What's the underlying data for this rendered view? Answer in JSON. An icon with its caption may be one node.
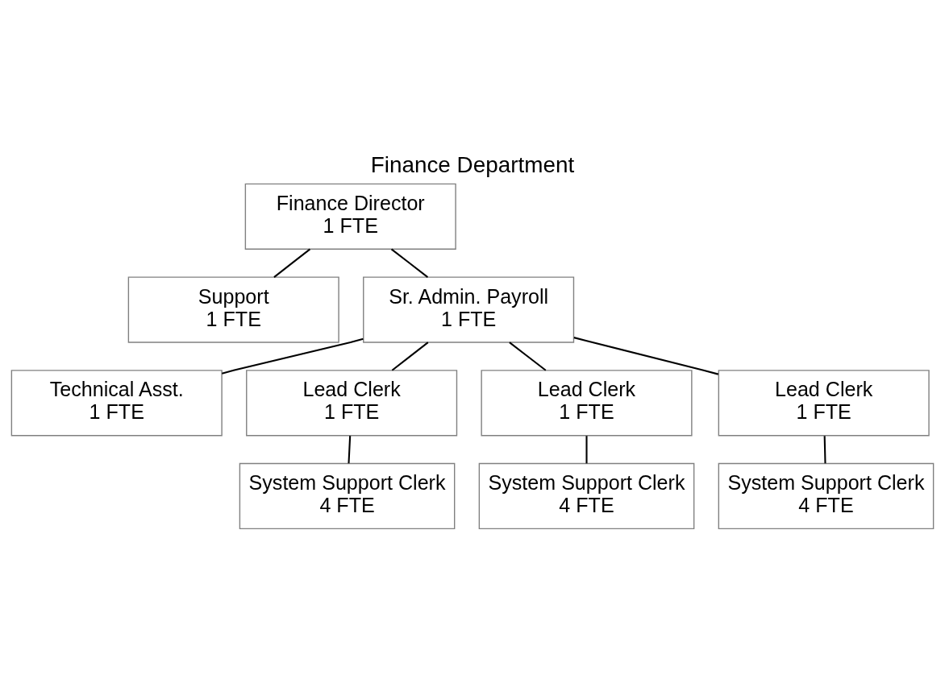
{
  "diagram": {
    "title": "Finance Department",
    "nodes": [
      {
        "text": [
          "Finance Director",
          "1 FTE"
        ]
      },
      {
        "text": [
          "Support",
          "1 FTE"
        ]
      },
      {
        "text": [
          "Sr. Admin. Payroll",
          "1 FTE"
        ]
      },
      {
        "text": [
          "Technical Asst.",
          "1 FTE"
        ]
      },
      {
        "text": [
          "Lead Clerk",
          "1 FTE"
        ]
      },
      {
        "text": [
          "Lead Clerk",
          "1 FTE"
        ]
      },
      {
        "text": [
          "Lead Clerk",
          "1 FTE"
        ]
      },
      {
        "text": [
          "System Support Clerk",
          "4 FTE"
        ]
      },
      {
        "text": [
          "System Support Clerk",
          "4 FTE"
        ]
      },
      {
        "text": [
          "System Support Clerk",
          "4 FTE"
        ]
      }
    ],
    "edges": [
      {
        "from": 0,
        "to": 1,
        "arrow": "none"
      },
      {
        "from": 0,
        "to": 2,
        "arrow": "none"
      },
      {
        "from": 2,
        "to": 3,
        "arrow": "none"
      },
      {
        "from": 2,
        "to": 4,
        "arrow": "none"
      },
      {
        "from": 2,
        "to": 5,
        "arrow": "none"
      },
      {
        "from": 2,
        "to": 6,
        "arrow": "none"
      },
      {
        "from": 4,
        "to": 7,
        "arrow": "none"
      },
      {
        "from": 5,
        "to": 8,
        "arrow": "none"
      },
      {
        "from": 6,
        "to": 9,
        "arrow": "none"
      }
    ]
  }
}
